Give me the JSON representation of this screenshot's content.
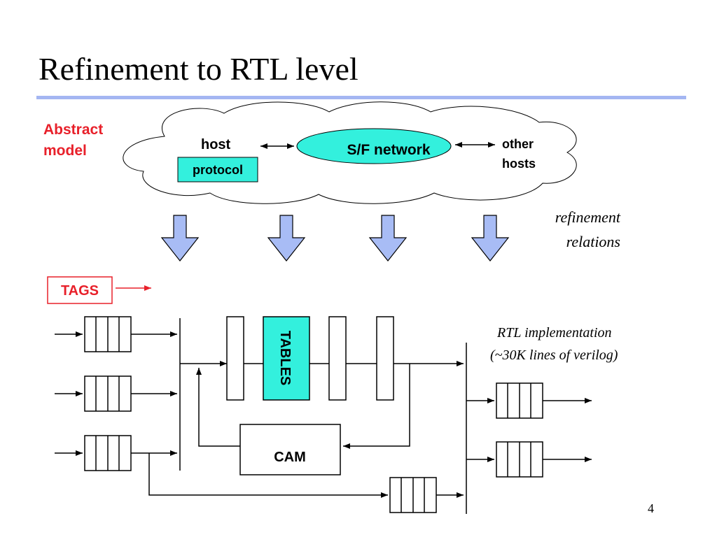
{
  "slide": {
    "title": "Refinement to RTL level",
    "page_number": "4"
  },
  "abstract_model": {
    "label_line1": "Abstract",
    "label_line2": "model"
  },
  "cloud": {
    "host": "host",
    "protocol": "protocol",
    "network": "S/F network",
    "other_line1": "other",
    "other_line2": "hosts"
  },
  "refinement": {
    "line1": "refinement",
    "line2": "relations"
  },
  "tags": {
    "label": "TAGS"
  },
  "rtl": {
    "line1": "RTL implementation",
    "line2": "(~30K lines of verilog)",
    "tables": "TABLES",
    "cam": "CAM"
  },
  "colors": {
    "accent_red": "#e8202a",
    "cyan": "#33f0dd",
    "arrow_fill": "#a8bcf5",
    "rule": "#a4b6f2"
  }
}
